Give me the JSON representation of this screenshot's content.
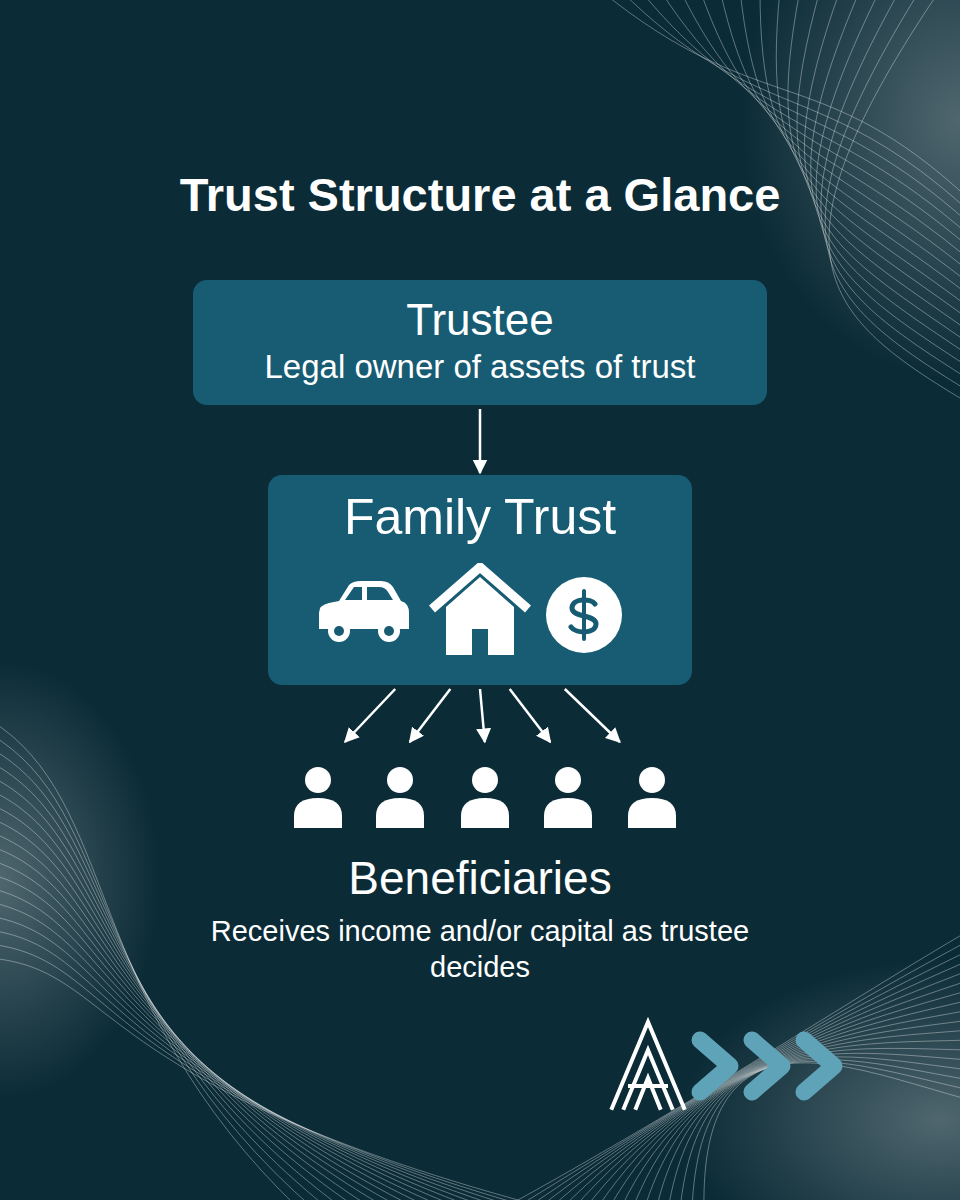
{
  "diagram": {
    "title": "Trust Structure at a Glance",
    "nodes": [
      {
        "text": [
          "Trustee",
          "Legal owner of assets of trust"
        ]
      },
      {
        "text": [
          "Family Trust"
        ]
      },
      {
        "text": [
          "Beneficiaries",
          "Receives income and/or capital as trustee decides"
        ]
      }
    ],
    "edges": [
      {
        "from": 0,
        "to": 1,
        "arrow": "to"
      },
      {
        "from": 1,
        "to": 2,
        "arrow": "to"
      },
      {
        "from": 1,
        "to": 2,
        "arrow": "to"
      },
      {
        "from": 1,
        "to": 2,
        "arrow": "to"
      },
      {
        "from": 1,
        "to": 2,
        "arrow": "to"
      },
      {
        "from": 1,
        "to": 2,
        "arrow": "to"
      }
    ]
  }
}
